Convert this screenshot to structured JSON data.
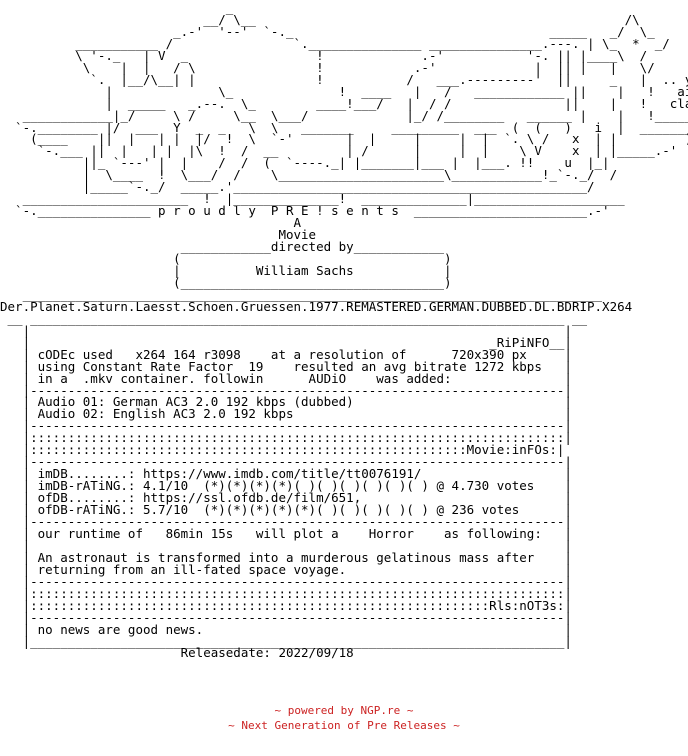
{
  "nfo": {
    "lines": [
      "                              _",
      "                           __/ \\__                                                 /\\",
      "                       _.-'  '--'  `-._                                  _____   _/  \\_",
      "          ___________ /                `._______________ _______________.---. | \\_  *  _/",
      "          \\ '-._   | V  _                 !             .-'           '-. || |____\\  /",
      "           \\    |  |   / \\                !            .-'             |  || |   |   \\/",
      "            `.  |__/\\__| |                !           /   ___.---------'  ||     _   |  .. you",
      "              |              \\_              !  ____   |   /   ____________ ||    |   !   ain't",
      "              |  _____   _.--.  \\_        ____!___/   |  / /               ||    |   !   classic!",
      "   ____________|_/     \\ /     \\__  \\___/             |_/ /________   ______ |    |   !___________",
      "  `-.________ |/  ___  Y  _  _   \\  \\   _______     _________  ___  (  (   )   i  |  _________.-'",
      "    (____    ||  |   | |  |/  !  \\  `-'       |  |     |     |  |  `. \\ /   x  | |         )",
      "     `-.___ ||  |   | |  |\\  !  /  __         | /      |     |  |    \\ V    x  | |_____.-'",
      "           ||_ `---' |  |    /  /  (  `----._| |_______|___ |  |___. !!    u  |_|",
      "           |  \\____  !  \\___/  /    \\______________________\\____________!_`-._/  /",
      "           |_____`-._/  _____.'_______________________________________________/",
      "   ______________________  !  |______________!  ______________|____________________",
      "  `-._______________ p r o u d l y  P R E ! s e n t s  _______________________.-'",
      "                                       A",
      "                                     Movie",
      "                        ____________directed by____________",
      "                       (                                   )",
      "                       |          William Sachs            |",
      "                       (___________________________________)",
      "   _____________________________________________________________________________",
      "Der.Planet.Saturn.Laesst.Schoen.Gruessen.1977.REMASTERED.GERMAN.DUBBED.DL.BDRIP.X264",
      " __ _______________________________________________________________________ __",
      "   |                                                                       |",
      "   |                                                             _RiPiNFO__|",
      "   | cODEc used   x264 164 r3098    at a resolution of      720x390 px     |",
      "   | using Constant Rate Factor  19    resulted an avg bitrate 1272 kbps   |",
      "   | in a  .mkv container. followin      AUDiO    was added:               |",
      "   |-----------------------------------------------------------------------|",
      "   | Audio 01: German AC3 2.0 192 kbps (dubbed)                            |",
      "   | Audio 02: English AC3 2.0 192 kbps                                    |",
      "   |-----------------------------------------------------------------------|",
      "   |:::::::::::::::::::::::::::::::::::::::::::::::::::::::::::::::::::::::|",
      "   |::::::::::::::::::::::::::::::::::::::::::::::::::::::::::Movie:inFOs:|",
      "   |-----------------------------------------------------------------------|",
      "   | imDB........: https://www.imdb.com/title/tt0076191/                   |",
      "   | imDB-rATiNG.: 4.1/10  (*)(*)(*)(*)( )( )( )( )( )( ) @ 4.730 votes    |",
      "   | ofDB........: https://ssl.ofdb.de/film/651,                           |",
      "   | ofDB-rATiNG.: 5.7/10  (*)(*)(*)(*)(*)( )( )( )( )( ) @ 236 votes      |",
      "   |-----------------------------------------------------------------------|",
      "   | our runtime of   86min 15s   will plot a    Horror    as following:   |",
      "   |                                                                       |",
      "   | An astronaut is transformed into a murderous gelatinous mass after    |",
      "   | returning from an ill-fated space voyage.                             |",
      "   |-----------------------------------------------------------------------|",
      "   |:::::::::::::::::::::::::::::::::::::::::::::::::::::::::::::::::::::::|",
      "   |:::::::::::::::::::::::::::::::::::::::::::::::::::::::::::::Rls:nOT3s:|",
      "   |-----------------------------------------------------------------------|",
      "   | no news are good news.                                                |",
      "   |_______________________________________________________________________|",
      "                        Releasedate: 2022/09/18"
    ]
  },
  "footer": {
    "line1": "~ powered by NGP.re ~",
    "line2": "~ Next Generation of Pre Releases ~"
  }
}
